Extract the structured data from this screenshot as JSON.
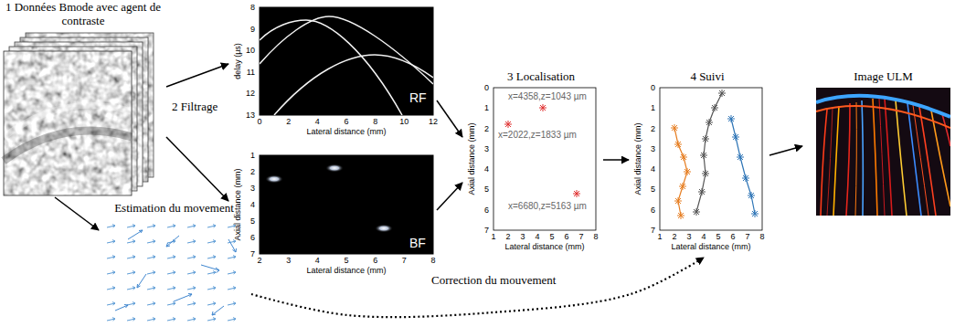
{
  "diagram": {
    "nodes": [
      {
        "text": [
          "1 Données Bmode avec agent de contraste"
        ]
      },
      {
        "text": [
          "RF"
        ]
      },
      {
        "text": [
          "BF"
        ]
      },
      {
        "text": [
          "Estimation du movement"
        ]
      },
      {
        "text": [
          "3 Localisation"
        ]
      },
      {
        "text": [
          "4 Suivi"
        ]
      },
      {
        "text": [
          "Image ULM"
        ]
      }
    ],
    "edges": [
      {
        "from": 0,
        "to": 1,
        "arrow": "to"
      },
      {
        "from": 0,
        "to": 2,
        "arrow": "to"
      },
      {
        "from": 0,
        "to": 3,
        "arrow": "to"
      },
      {
        "from": 1,
        "to": 4,
        "arrow": "to"
      },
      {
        "from": 2,
        "to": 4,
        "arrow": "to"
      },
      {
        "from": 4,
        "to": 5,
        "arrow": "to"
      },
      {
        "from": 5,
        "to": 6,
        "arrow": "to"
      },
      {
        "from": 3,
        "to": 5,
        "label": "Correction du mouvement",
        "arrow": "to"
      }
    ],
    "labels": [
      "2 Filtrage",
      "delay (μs)",
      "8",
      "9",
      "10",
      "11",
      "12",
      "13",
      "0",
      "2",
      "4",
      "6",
      "8",
      "10",
      "12",
      "Lateral distance (mm)",
      "Axial distance (mm)",
      "1",
      "2",
      "3",
      "4",
      "5",
      "6",
      "7",
      "2",
      "3",
      "4",
      "5",
      "6",
      "7",
      "8",
      "Lateral distance (mm)",
      "x=4358,z=1043 µm",
      "x=2022,z=1833 µm",
      "x=6680,z=5163 µm",
      "Axial distance (mm)",
      "0",
      "1",
      "2",
      "3",
      "4",
      "5",
      "6",
      "7",
      "1",
      "2",
      "3",
      "4",
      "5",
      "6",
      "7",
      "8",
      "Lateral distance (mm)",
      "Axial distance (mm)",
      "0",
      "1",
      "2",
      "3",
      "4",
      "5",
      "6",
      "7",
      "1",
      "2",
      "3",
      "4",
      "5",
      "6",
      "7",
      "8",
      "Lateral distance (mm)"
    ]
  }
}
